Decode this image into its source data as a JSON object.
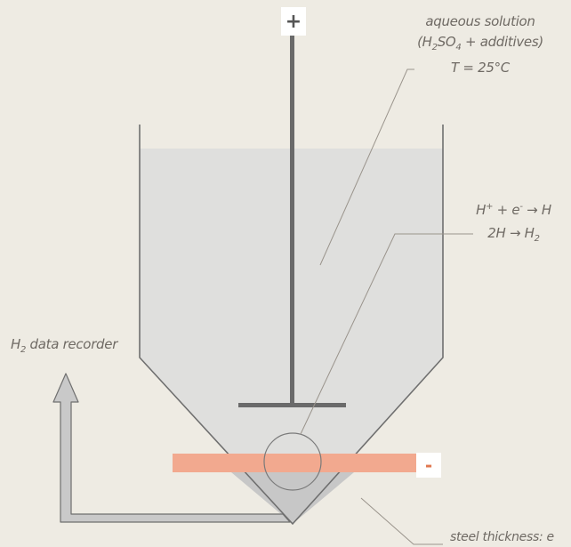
{
  "anode_sign": "+",
  "cathode_sign": "-",
  "solution_label": {
    "line1": "aqueous solution",
    "line2_open": "(H",
    "line2_sub1": "2",
    "line2_mid": "SO",
    "line2_sub2": "4",
    "line2_close": " + additives)",
    "line3": "T = 25°C"
  },
  "reaction_label": {
    "eq1_a": "H",
    "eq1_sup1": "+",
    "eq1_b": " + e",
    "eq1_sup2": "-",
    "eq1_c": " → H",
    "eq2_a": "2H → H",
    "eq2_sub": "2"
  },
  "recorder_label": {
    "a": "H",
    "sub": "2",
    "b": " data recorder"
  },
  "steel_label": "steel thickness: e",
  "colors": {
    "background": "#eeebe3",
    "solution": "#dfdfdd",
    "vessel_outline": "#6f6f6f",
    "electrode": "#6a6a6a",
    "steel_membrane": "#f2a98f",
    "steel_sign": "#e07850",
    "hydrogen_pocket": "#c7c7c7",
    "arrow": "#c9c9c9",
    "leader_lines": "#9a948c",
    "label_text": "#6f6a64"
  }
}
